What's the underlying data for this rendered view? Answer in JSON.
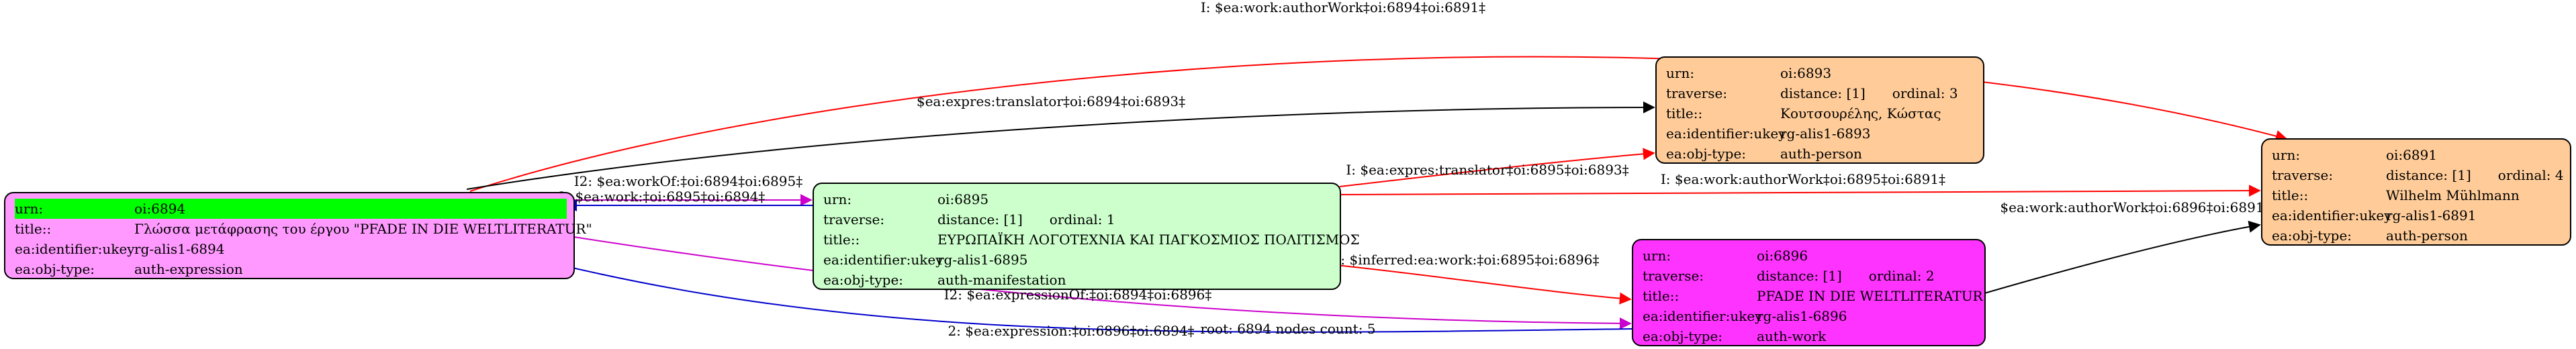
{
  "nodes": {
    "n6894": {
      "fill": "#ff99ff",
      "rows": [
        {
          "key": "urn:",
          "value": "oi:6894"
        },
        {
          "key": "title::",
          "value": "Γλώσσα μετάφρασης του έργου \"PFADE IN DIE WELTLITERATUR\""
        },
        {
          "key": "ea:identifier:ukey",
          "value": "rg-alis1-6894"
        },
        {
          "key": "ea:obj-type:",
          "value": "auth-expression"
        }
      ]
    },
    "n6895": {
      "fill": "#ccffcc",
      "rows": [
        {
          "key": "urn:",
          "value": "oi:6895"
        },
        {
          "key": "traverse:",
          "value": "distance: [1]",
          "extra": "ordinal: 1"
        },
        {
          "key": "title::",
          "value": "ΕΥΡΩΠΑΪΚΗ ΛΟΓΟΤΕΧΝΙΑ ΚΑΙ ΠΑΓΚΟΣΜΙΟΣ ΠΟΛΙΤΙΣΜΟΣ"
        },
        {
          "key": "ea:identifier:ukey",
          "value": "rg-alis1-6895"
        },
        {
          "key": "ea:obj-type:",
          "value": "auth-manifestation"
        }
      ]
    },
    "n6893": {
      "fill": "#ffcc99",
      "rows": [
        {
          "key": "urn:",
          "value": "oi:6893"
        },
        {
          "key": "traverse:",
          "value": "distance: [1]",
          "extra": "ordinal: 3"
        },
        {
          "key": "title::",
          "value": "Κουτσουρέλης, Κώστας"
        },
        {
          "key": "ea:identifier:ukey",
          "value": "rg-alis1-6893"
        },
        {
          "key": "ea:obj-type:",
          "value": "auth-person"
        }
      ]
    },
    "n6896": {
      "fill": "#ff33ff",
      "rows": [
        {
          "key": "urn:",
          "value": "oi:6896"
        },
        {
          "key": "traverse:",
          "value": "distance: [1]",
          "extra": "ordinal: 2"
        },
        {
          "key": "title::",
          "value": "PFADE IN DIE WELTLITERATUR"
        },
        {
          "key": "ea:identifier:ukey",
          "value": "rg-alis1-6896"
        },
        {
          "key": "ea:obj-type:",
          "value": "auth-work"
        }
      ]
    },
    "n6891": {
      "fill": "#ffcc99",
      "rows": [
        {
          "key": "urn:",
          "value": "oi:6891"
        },
        {
          "key": "traverse:",
          "value": "distance: [1]",
          "extra": "ordinal: 4"
        },
        {
          "key": "title::",
          "value": "Wilhelm Mühlmann"
        },
        {
          "key": "ea:identifier:ukey",
          "value": "rg-alis1-6891"
        },
        {
          "key": "ea:obj-type:",
          "value": "auth-person"
        }
      ]
    }
  },
  "highlight_color": "#00ff00",
  "edges": {
    "e1": {
      "label": "I: $ea:work:authorWork‡oi:6894‡oi:6891‡",
      "color": "#ff0000"
    },
    "e2": {
      "label": "$ea:expres:translator‡oi:6894‡oi:6893‡",
      "color": "#000000"
    },
    "e3": {
      "label": "I2: $ea:workOf:‡oi:6894‡oi:6895‡",
      "color": "#cc00cc"
    },
    "e4": {
      "label": "2: $ea:work:‡oi:6895‡oi:6894‡",
      "color": "#0000cc"
    },
    "e5": {
      "label": "I: $ea:expres:translator‡oi:6895‡oi:6893‡",
      "color": "#ff0000"
    },
    "e6": {
      "label": "I: $ea:work:authorWork‡oi:6895‡oi:6891‡",
      "color": "#ff0000"
    },
    "e7": {
      "label": "I: $inferred:ea:work:‡oi:6895‡oi:6896‡",
      "color": "#ff0000"
    },
    "e8": {
      "label": "$ea:work:authorWork‡oi:6896‡oi:6891‡",
      "color": "#000000"
    },
    "e9": {
      "label": "I2: $ea:expressionOf:‡oi:6894‡oi:6896‡",
      "color": "#cc00cc"
    },
    "e10": {
      "label": "2: $ea:expression:‡oi:6896‡oi:6894‡",
      "color": "#0000cc"
    }
  },
  "footer": "root: 6894 nodes count: 5"
}
